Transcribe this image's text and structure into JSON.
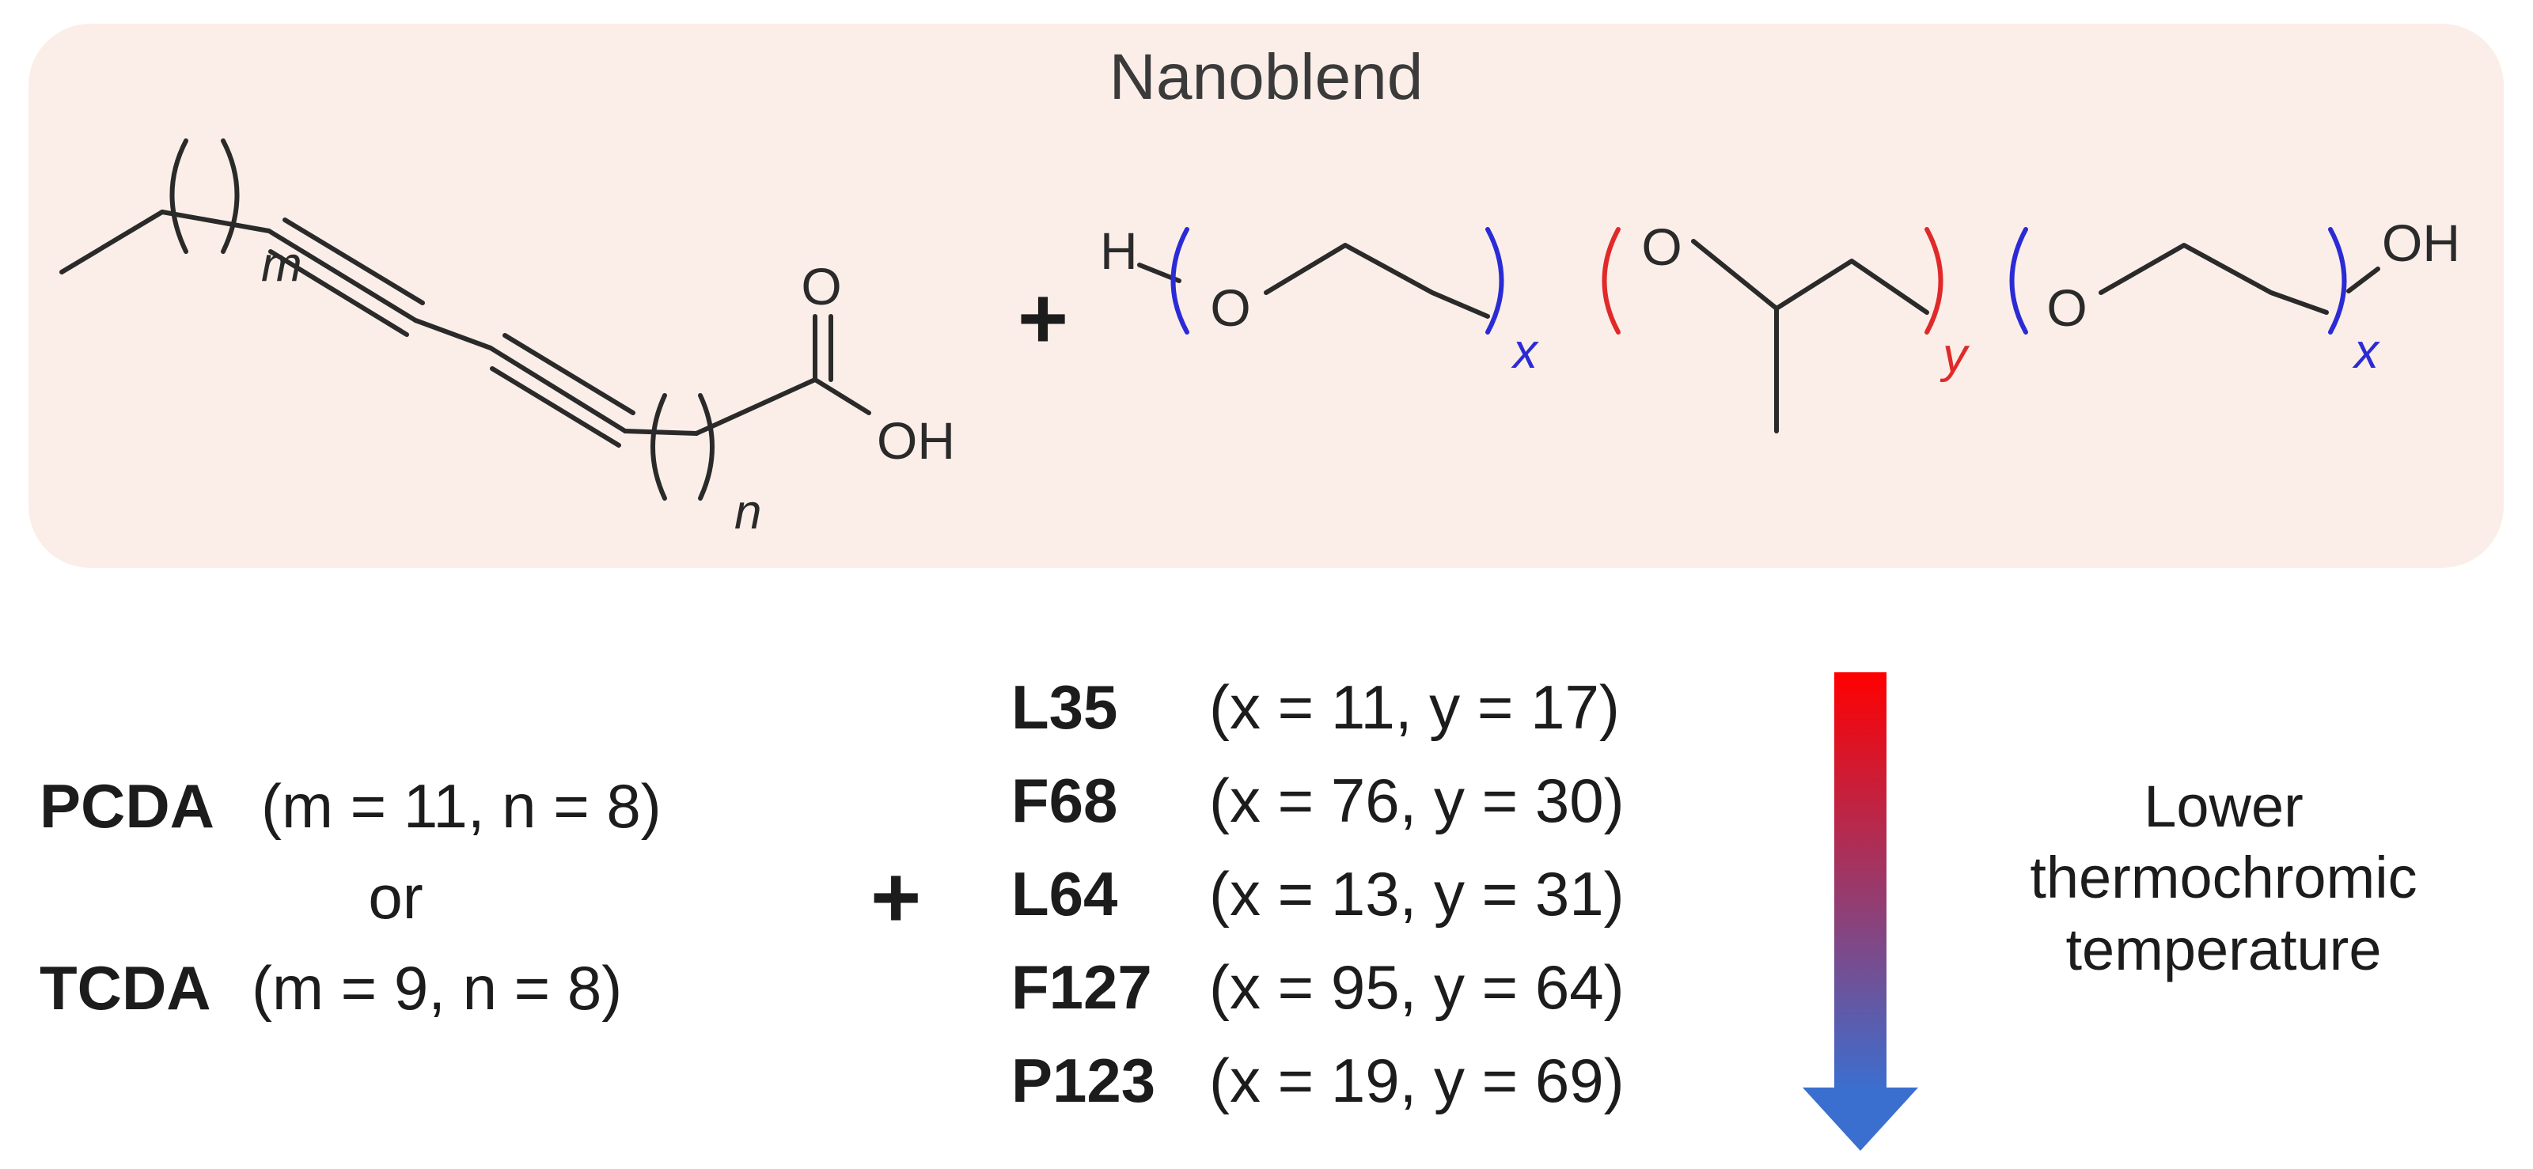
{
  "panel": {
    "title": "Nanoblend",
    "background_color": "#fbeee8"
  },
  "structures": {
    "diacetylene": {
      "sub_m": "m",
      "sub_n": "n",
      "carbonyl_o": "O",
      "hydroxyl": "OH"
    },
    "plus": "+",
    "poloxamer": {
      "h_end": "H",
      "ether_o": "O",
      "oh_end": "OH",
      "sub_x": "x",
      "sub_y": "y",
      "peo_color": "#2b2bd6",
      "ppo_color": "#e02a2a"
    }
  },
  "acids": [
    {
      "name": "PCDA",
      "params": " (m = 11, n = 8)"
    },
    {
      "name": "TCDA",
      "params": " (m = 9, n = 8)"
    }
  ],
  "or_label": "or",
  "plus2": "+",
  "poloxamers": [
    {
      "name": "L35",
      "params": "(x = 11, y = 17)"
    },
    {
      "name": "F68",
      "params": "(x = 76, y = 30)"
    },
    {
      "name": "L64",
      "params": "(x = 13, y = 31)"
    },
    {
      "name": "F127",
      "params": "(x = 95, y = 64)"
    },
    {
      "name": "P123",
      "params": "(x = 19, y = 69)"
    }
  ],
  "arrow": {
    "label_lines": [
      "Lower",
      "thermochromic",
      "temperature"
    ],
    "color_top": "#ff0000",
    "color_bottom": "#3a6fd0"
  }
}
